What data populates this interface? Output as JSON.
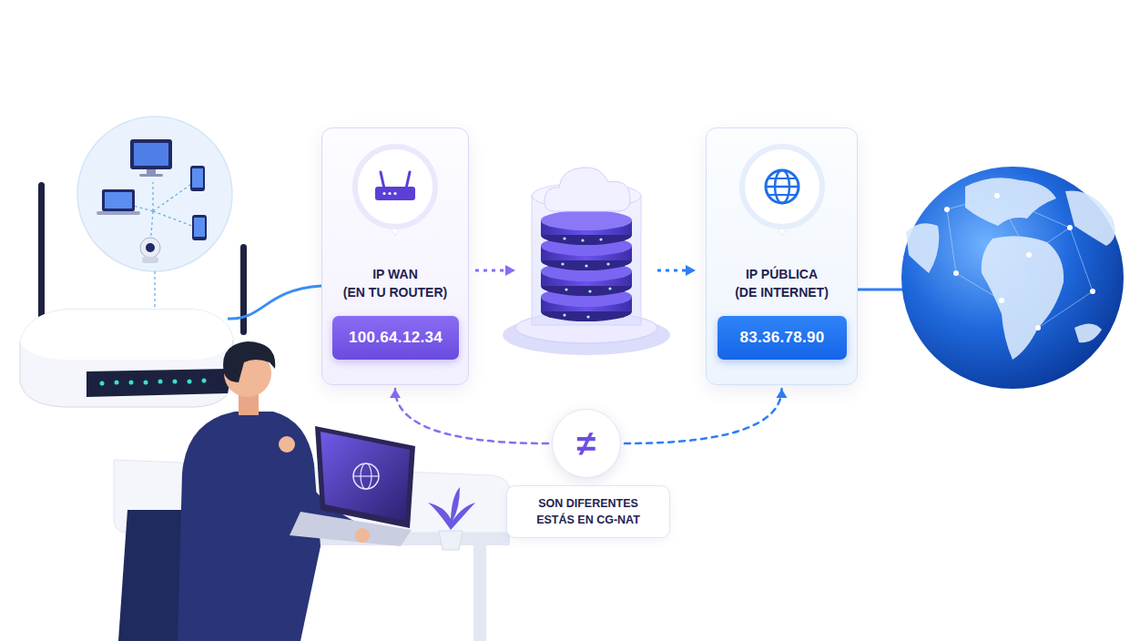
{
  "diagram": {
    "nodes": [
      {
        "text": [
          "IP WAN",
          "(EN TU ROUTER)"
        ]
      },
      {
        "text": [
          "100.64.12.34"
        ],
        "in": 0
      },
      {
        "text": [
          "IP PÚBLICA",
          "(DE INTERNET)"
        ]
      },
      {
        "text": [
          "83.36.78.90"
        ],
        "in": 2
      },
      {
        "text": [
          "≠"
        ]
      },
      {
        "text": [
          "SON DIFERENTES ESTÁS EN CG-NAT"
        ]
      }
    ],
    "edges": [
      {
        "from": 4,
        "to": 0,
        "arrow": "to"
      },
      {
        "from": 4,
        "to": 2,
        "arrow": "to"
      }
    ]
  }
}
